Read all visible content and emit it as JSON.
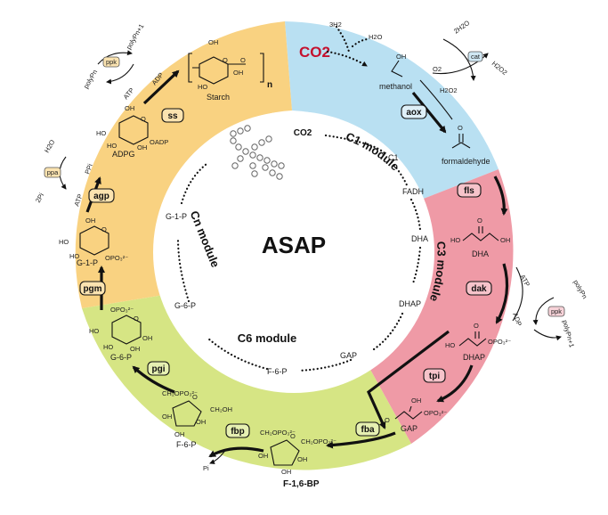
{
  "center_title": "ASAP",
  "co2_red": "CO2",
  "modules": {
    "c1": "C1 module",
    "c3": "C3 module",
    "c6": "C6 module",
    "cn": "Cn module"
  },
  "inner_cycle": [
    "CO2",
    "C1",
    "FADH",
    "DHA",
    "DHAP",
    "GAP",
    "F-6-P",
    "G-6-P",
    "G-1-P"
  ],
  "enzymes": [
    "aox",
    "fls",
    "dak",
    "tpi",
    "fba",
    "fbp",
    "pgi",
    "pgm",
    "agp",
    "ss",
    "cat",
    "ppk",
    "ppa"
  ],
  "compounds": {
    "methanol": "methanol",
    "formaldehyde": "formaldehyde",
    "dha": "DHA",
    "dhap": "DHAP",
    "gap": "GAP",
    "f16bp": "F-1,6-BP",
    "f6p": "F-6-P",
    "g6p": "G-6-P",
    "g1p": "G-1-P",
    "adpg": "ADPG",
    "starch": "Starch",
    "n": "n"
  },
  "side_labels": {
    "h2": "3H2",
    "h2o": "H2O",
    "o2": "O2",
    "h2o2": "H2O2",
    "two_h2o": "2H2O",
    "atp": "ATP",
    "adp": "ADP",
    "ppi": "PPi",
    "two_pi": "2Pi",
    "pi": "Pi",
    "polyp_n": "polyPn",
    "polyp_n1": "polyPn+1",
    "oadp": "OADP"
  },
  "colors": {
    "c1_sector": "#b9e0f2",
    "c3_sector": "#ef9aa6",
    "c6_sector": "#d6e584",
    "cn_sector": "#f9d281",
    "co2_red": "#c4122f"
  }
}
